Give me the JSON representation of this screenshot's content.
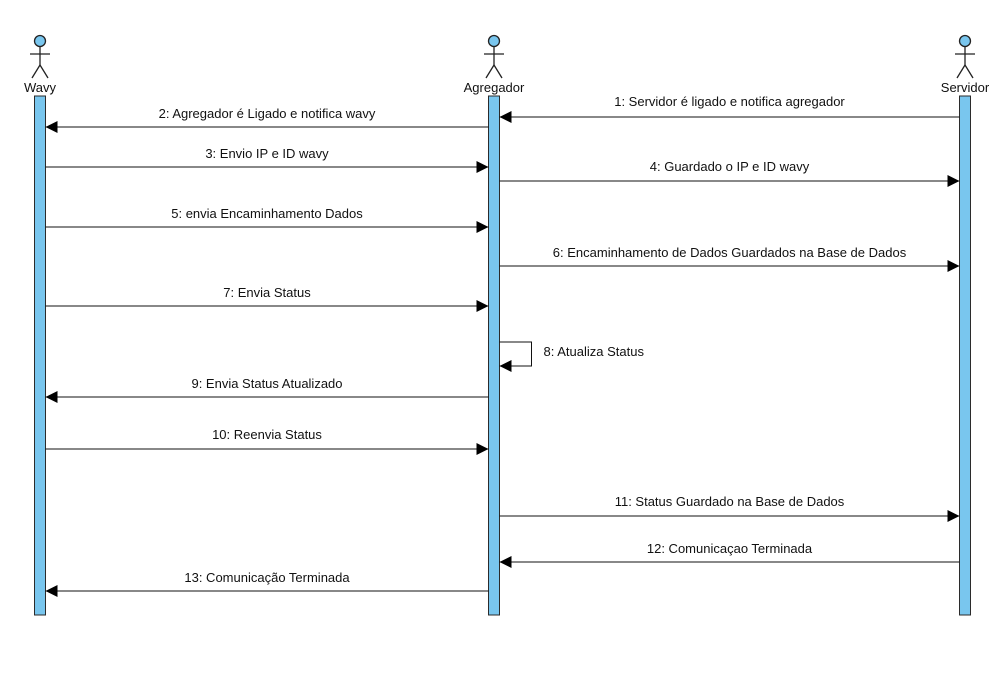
{
  "diagram": {
    "type": "sequence",
    "colors": {
      "lifeline_fill": "#79c6ee",
      "actor_head_fill": "#79c6ee",
      "line": "#111111"
    },
    "actors": [
      {
        "id": "wavy",
        "label": "Wavy",
        "icon": "stick-figure-icon"
      },
      {
        "id": "agregador",
        "label": "Agregador",
        "icon": "stick-figure-icon"
      },
      {
        "id": "servidor",
        "label": "Servidor",
        "icon": "stick-figure-icon"
      }
    ],
    "messages": [
      {
        "label": "1: Servidor é ligado e notifica agregador",
        "from": "servidor",
        "to": "agregador"
      },
      {
        "label": "2: Agregador é Ligado e notifica wavy",
        "from": "agregador",
        "to": "wavy"
      },
      {
        "label": "3: Envio IP e ID wavy",
        "from": "wavy",
        "to": "agregador"
      },
      {
        "label": "4: Guardado o IP e ID wavy",
        "from": "agregador",
        "to": "servidor"
      },
      {
        "label": "5: envia Encaminhamento Dados",
        "from": "wavy",
        "to": "agregador"
      },
      {
        "label": "6: Encaminhamento de Dados Guardados na Base de Dados",
        "from": "agregador",
        "to": "servidor"
      },
      {
        "label": "7: Envia Status",
        "from": "wavy",
        "to": "agregador"
      },
      {
        "label": "8: Atualiza Status",
        "from": "agregador",
        "to": "agregador"
      },
      {
        "label": "9: Envia Status Atualizado",
        "from": "agregador",
        "to": "wavy"
      },
      {
        "label": "10: Reenvia Status",
        "from": "wavy",
        "to": "agregador"
      },
      {
        "label": "11: Status Guardado na Base de Dados",
        "from": "agregador",
        "to": "servidor"
      },
      {
        "label": "12: Comunicaçao Terminada",
        "from": "servidor",
        "to": "agregador"
      },
      {
        "label": "13: Comunicação Terminada",
        "from": "agregador",
        "to": "wavy"
      }
    ]
  }
}
